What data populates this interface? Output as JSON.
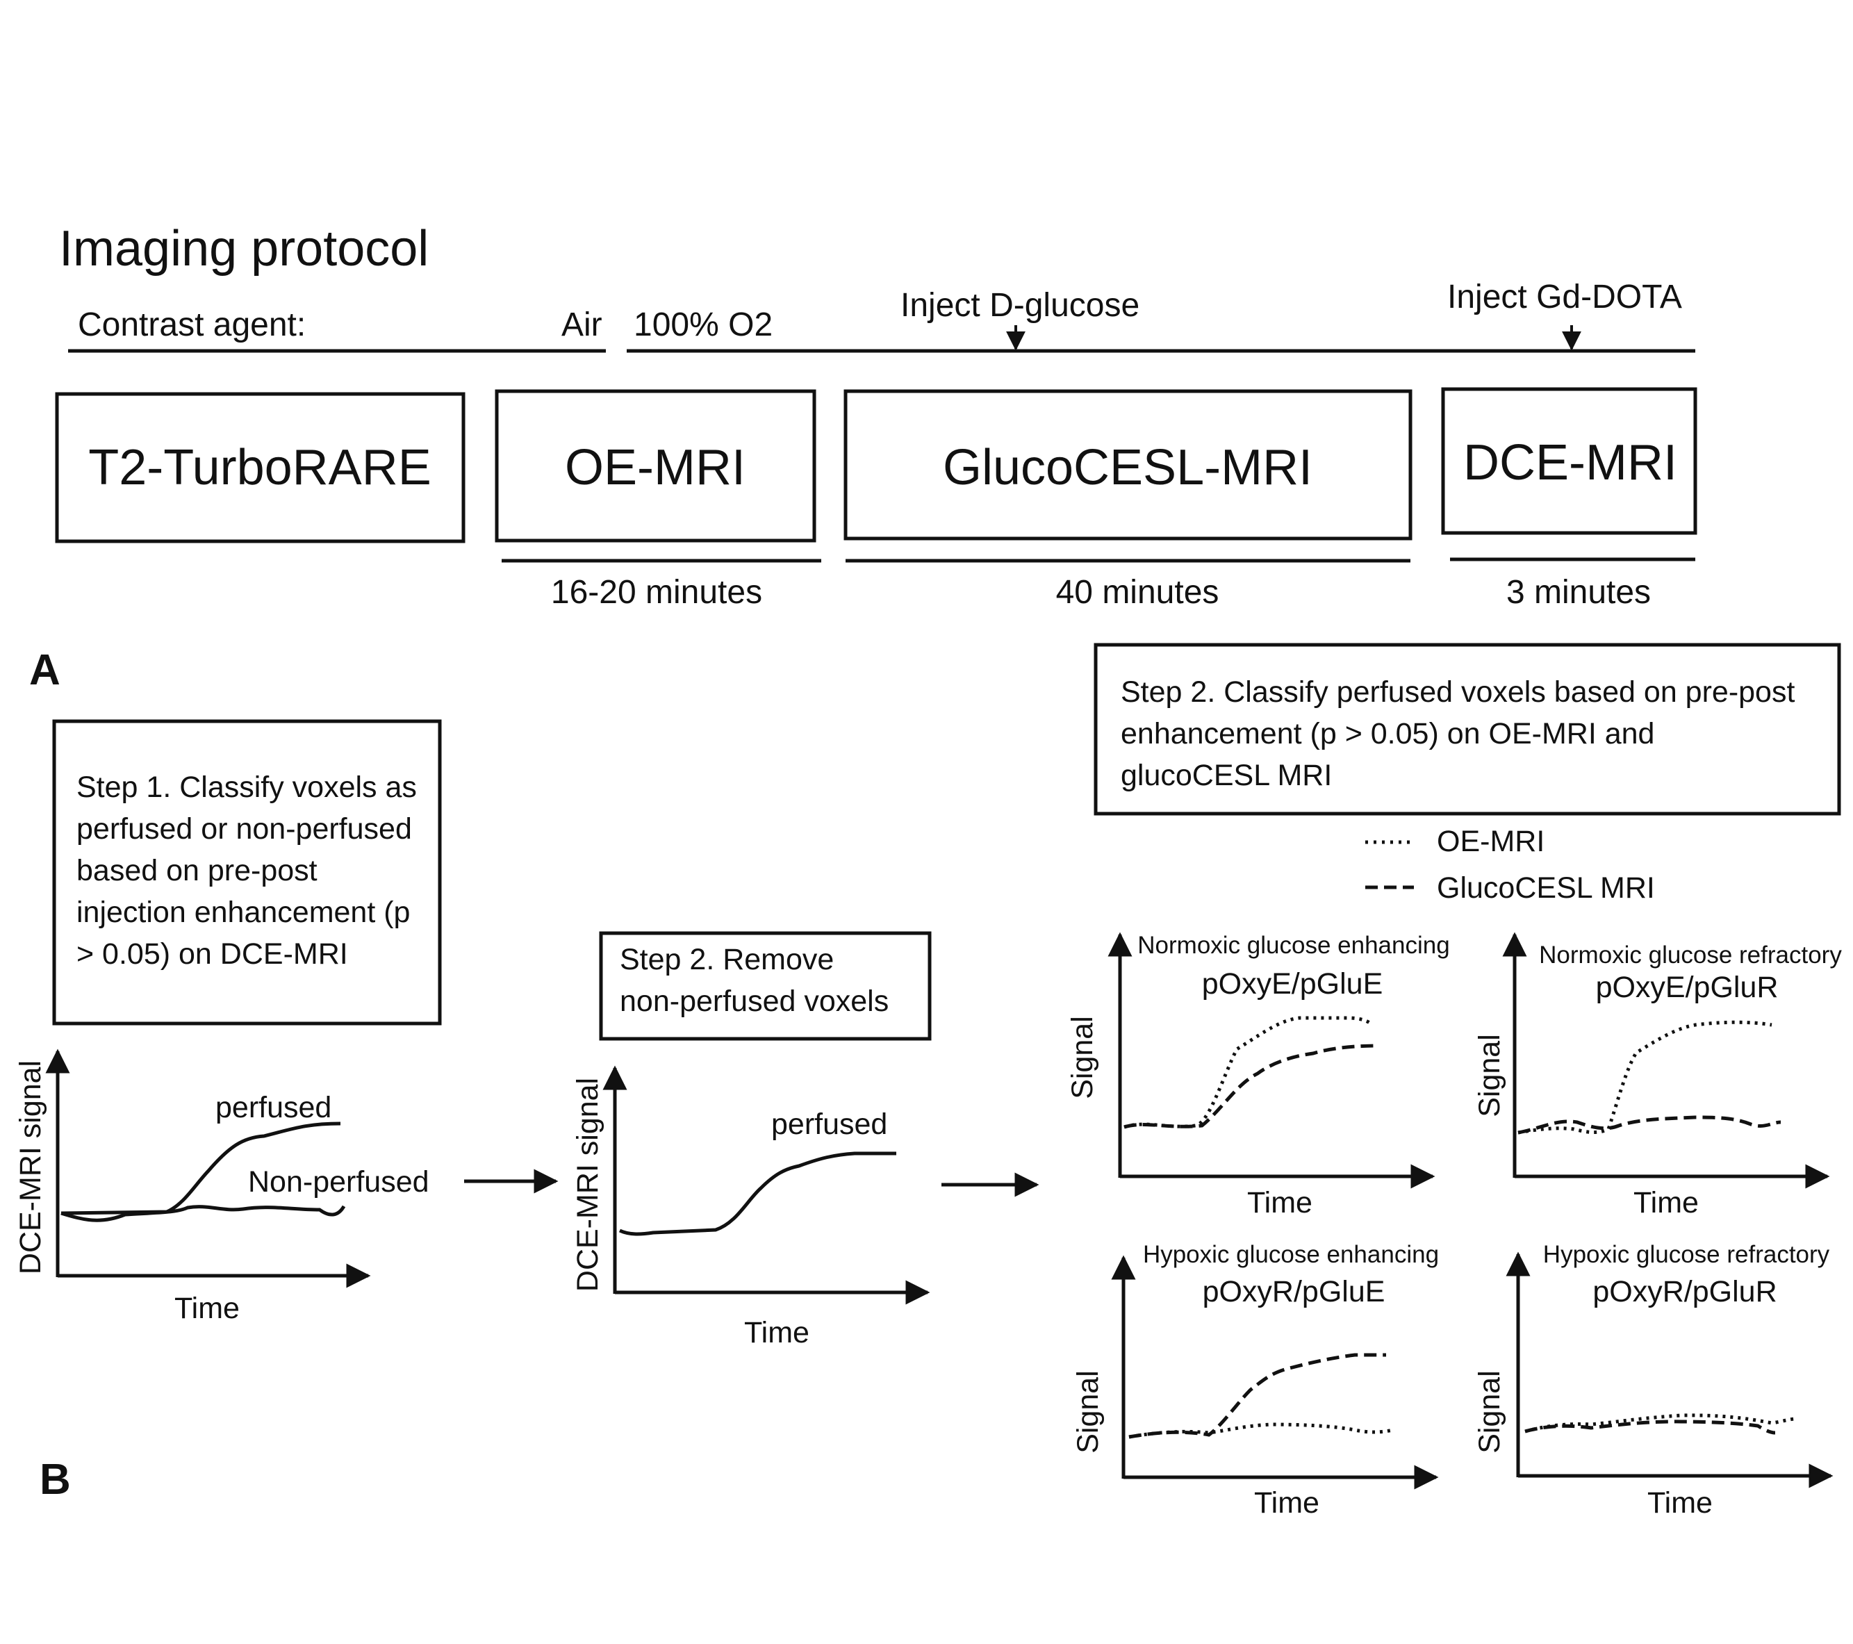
{
  "panel_a": {
    "title": "Imaging protocol",
    "letter": "A",
    "contrast_label": "Contrast agent:",
    "air_label": "Air",
    "o2_label": "100% O2",
    "inject_glucose": "Inject D-glucose",
    "inject_gd": "Inject Gd-DOTA",
    "boxes": [
      "T2-TurboRARE",
      "OE-MRI",
      "GlucoCESL-MRI",
      "DCE-MRI"
    ],
    "durations": [
      "16-20 minutes",
      "40 minutes",
      "3 minutes"
    ]
  },
  "panel_b": {
    "letter": "B",
    "step1": [
      "Step 1. Classify voxels as",
      "perfused or non-perfused",
      "based on pre-post",
      "injection enhancement (p",
      "> 0.05) on DCE-MRI"
    ],
    "step2_remove": [
      "Step 2. Remove",
      "non-perfused voxels"
    ],
    "step2_classify": [
      "Step 2. Classify perfused voxels based on pre-post",
      "enhancement (p > 0.05) on OE-MRI and",
      "glucoCESL MRI"
    ],
    "legend": [
      "OE-MRI",
      "GlucoCESL MRI"
    ],
    "plot1": {
      "ylabel": "DCE-MRI signal",
      "xlabel": "Time",
      "curve1": "perfused",
      "curve2": "Non-perfused"
    },
    "plot2": {
      "ylabel": "DCE-MRI signal",
      "xlabel": "Time",
      "curve1": "perfused"
    },
    "subplots": [
      {
        "title": "Normoxic glucose enhancing",
        "code": "pOxyE/pGluE",
        "ylabel": "Signal",
        "xlabel": "Time"
      },
      {
        "title": "Normoxic glucose refractory",
        "code": "pOxyE/pGluR",
        "ylabel": "Signal",
        "xlabel": "Time"
      },
      {
        "title": "Hypoxic glucose enhancing",
        "code": "pOxyR/pGluE",
        "ylabel": "Signal",
        "xlabel": "Time"
      },
      {
        "title": "Hypoxic glucose refractory",
        "code": "pOxyR/pGluR",
        "ylabel": "Signal",
        "xlabel": "Time"
      }
    ]
  }
}
